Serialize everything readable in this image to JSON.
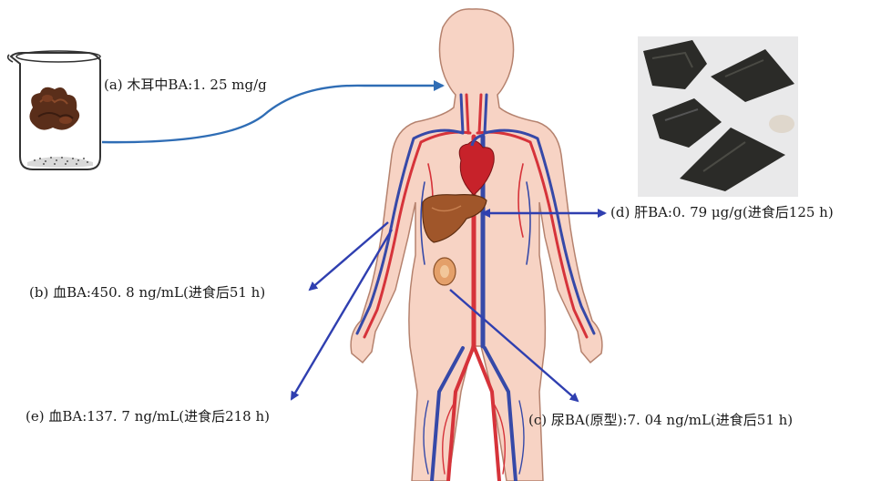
{
  "labels": {
    "a": "(a) 木耳中BA:1. 25 mg/g",
    "b": "(b) 血BA:450. 8 ng/mL(进食后51 h)",
    "c": "(c) 尿BA(原型):7. 04 ng/mL(进食后51 h)",
    "d": "(d) 肝BA:0. 79 μg/g(进食后125 h)",
    "e": "(e) 血BA:137. 7 ng/mL(进食后218 h)"
  },
  "colors": {
    "skin": "#f7d3c4",
    "skin_outline": "#b5826e",
    "artery": "#d6333a",
    "vein": "#3649a8",
    "liver": "#a0562a",
    "arrow_curve": "#2f6db5",
    "arrow_blue": "#2f3fb0",
    "photo_bg": "#e9e9ea",
    "liver_piece": "#2b2b28"
  },
  "icons": {
    "beaker": "beaker-with-wood-ear-icon",
    "body": "human-circulatory-system-icon",
    "photo": "liver-tissue-photo"
  }
}
